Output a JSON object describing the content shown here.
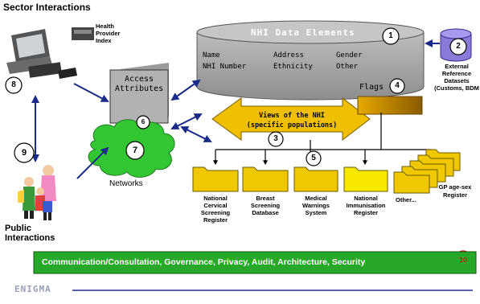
{
  "title": "Sector Interactions",
  "provider_index": "Health\nProvider\nIndex",
  "nhi": {
    "title": "NHI Data Elements",
    "fields": [
      "Name",
      "NHI Number",
      "Address",
      "Ethnicity",
      "Gender",
      "Other"
    ]
  },
  "external": "External\nReference\nDatasets\n(Customs, BDM",
  "access": "Access\nAttributes",
  "flags": "Flags",
  "views": "Views of the NHI\n(specific populations)",
  "networks": "Networks",
  "public": "Public\nInteractions",
  "registers": [
    "National\nCervical\nScreening\nRegister",
    "Breast\nScreening\nDatabase",
    "Medical\nWarnings\nSystem",
    "National\nImmunisation\nRegister",
    "Other...",
    "GP age-sex\nRegister"
  ],
  "numbers": [
    "1",
    "2",
    "3",
    "4",
    "5",
    "6",
    "7",
    "8",
    "9",
    "10"
  ],
  "footer": "Communication/Consultation, Governance, Privacy, Audit, Architecture, Security",
  "logo": "ENIGMA",
  "colors": {
    "cylinder": "#a8a8a8",
    "access_box": "#aeaeae",
    "views_arrow": "#f2c200",
    "flags_box": "#c9920a",
    "network": "#33c633",
    "folder": "#f0c800",
    "footer": "#28a828",
    "arrows": "#1a2a88",
    "logo_line": "#2a2a99"
  }
}
